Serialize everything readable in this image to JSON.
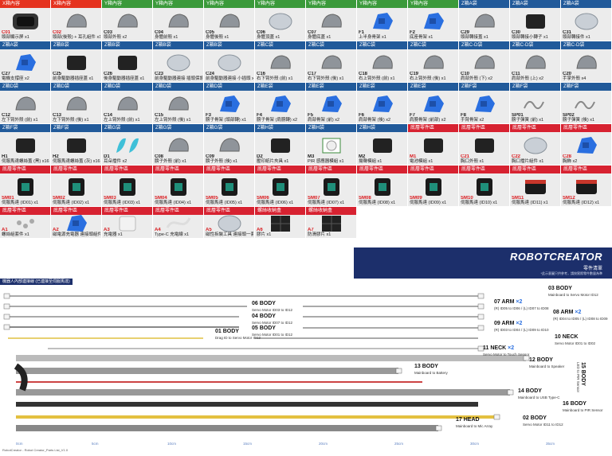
{
  "colors": {
    "x": "#e5321e",
    "y": "#3a9a3a",
    "z": "#215a9a",
    "base": "#d72231",
    "m": "#3a8a3a",
    "navy": "#1c2f6b",
    "blue": "#2a6fe0",
    "gray": "#666666",
    "black": "#222222",
    "red": "#c8362b",
    "yellow": "#e8c63a",
    "sensor": "#7fb0c0"
  },
  "rows": [
    [
      {
        "h": "X箱內容",
        "hc": "x",
        "code": "C01",
        "name": "頭部顯示屏 x1",
        "red": true,
        "s": "screen"
      },
      {
        "h": "X箱內容",
        "hc": "x",
        "code": "C02",
        "name": "頭部(後殼)",
        "name2": "+ 耳孔組件 x1",
        "red": true,
        "s": "gray"
      },
      {
        "h": "Y箱內容",
        "hc": "y",
        "code": "C03",
        "name": "頭部外殼 x2",
        "s": "gray"
      },
      {
        "h": "Y箱內容",
        "hc": "y",
        "code": "C04",
        "name": "身體前殼 x1",
        "s": "gray"
      },
      {
        "h": "Y箱內容",
        "hc": "y",
        "code": "C05",
        "name": "身體後殼 x1",
        "s": "gray"
      },
      {
        "h": "Y箱內容",
        "hc": "y",
        "code": "C06",
        "name": "身體頂蓋 x1",
        "s": "clear"
      },
      {
        "h": "Y箱內容",
        "hc": "y",
        "code": "C07",
        "name": "身體底蓋 x1",
        "s": "gray"
      },
      {
        "h": "Y箱內容",
        "hc": "y",
        "code": "F1",
        "name": "上半身骨架 x1",
        "s": "blue"
      },
      {
        "h": "Y箱內容",
        "hc": "y",
        "code": "F2",
        "name": "底座骨架 x1",
        "s": "blue"
      },
      {
        "h": "Z箱A袋",
        "hc": "z",
        "code": "C29",
        "name": "頭部轉接蓋 x1",
        "s": "gray"
      },
      {
        "h": "Z箱A袋",
        "hc": "z",
        "code": "C30",
        "name": "頭部轉接小轉子 x1",
        "s": "black"
      },
      {
        "h": "Z箱A袋",
        "hc": "z",
        "code": "C31",
        "name": "頭部轉接件 x1",
        "s": "clear"
      }
    ],
    [
      {
        "h": "Z箱A袋",
        "hc": "z",
        "code": "C27",
        "name": "電機支撐座 x2",
        "s": "blue"
      },
      {
        "h": "Z箱B袋",
        "hc": "z",
        "code": "C25",
        "name": "前身驅動器插座蓋 x1",
        "s": "black"
      },
      {
        "h": "Z箱B袋",
        "hc": "z",
        "code": "C26",
        "name": "後身驅動器插座蓋 x1",
        "s": "black"
      },
      {
        "h": "Z箱B袋",
        "hc": "z",
        "code": "C23",
        "name": "前身驅動器連接",
        "name2": "插頭保護 x1",
        "s": "clear"
      },
      {
        "h": "Z箱B袋",
        "hc": "z",
        "code": "C24",
        "name": "前身驅動器連接",
        "name2": "小插頭 x1",
        "s": "clear"
      },
      {
        "h": "Z箱C袋",
        "hc": "z",
        "code": "C16",
        "name": "右下臂外殼 (前) x1",
        "s": "gray"
      },
      {
        "h": "Z箱C袋",
        "hc": "z",
        "code": "C17",
        "name": "右下臂外殼 (後) x1",
        "s": "gray"
      },
      {
        "h": "Z箱C袋",
        "hc": "z",
        "code": "C18",
        "name": "右上臂外殼 (前) x1",
        "s": "gray"
      },
      {
        "h": "Z箱C袋",
        "hc": "z",
        "code": "C19",
        "name": "右上臂外殼 (後) x1",
        "s": "gray"
      },
      {
        "h": "Z箱C-D袋",
        "hc": "z",
        "code": "C10",
        "name": "肩部外殼 (下) x2",
        "s": "gray"
      },
      {
        "h": "Z箱C-D袋",
        "hc": "z",
        "code": "C11",
        "name": "肩部外殼 (上) x2",
        "s": "gray"
      },
      {
        "h": "Z箱C-D袋",
        "hc": "z",
        "code": "C20",
        "name": "手掌外殼 x4",
        "s": "gray"
      }
    ],
    [
      {
        "h": "Z箱D袋",
        "hc": "z",
        "code": "C12",
        "name": "左下臂外殼 (前) x1",
        "s": "gray"
      },
      {
        "h": "Z箱D袋",
        "hc": "z",
        "code": "C13",
        "name": "左下臂外殼 (後) x1",
        "s": "gray"
      },
      {
        "h": "Z箱D袋",
        "hc": "z",
        "code": "C14",
        "name": "左上臂外殼 (前) x1",
        "s": "gray"
      },
      {
        "h": "Z箱D袋",
        "hc": "z",
        "code": "C15",
        "name": "左上臂外殼 (後) x1",
        "s": "gray"
      },
      {
        "h": "Z箱D袋",
        "hc": "z",
        "code": "F3",
        "name": "膀子骨架 (頭部轉) x1",
        "s": "blue"
      },
      {
        "h": "Z箱E袋",
        "hc": "z",
        "code": "F4",
        "name": "膀子骨架 (肩膀轉) x2",
        "s": "blue"
      },
      {
        "h": "Z箱E袋",
        "hc": "z",
        "code": "F5",
        "name": "肩部骨架 (前) x2",
        "s": "blue"
      },
      {
        "h": "Z箱E袋",
        "hc": "z",
        "code": "F6",
        "name": "肩部骨架 (後) x2",
        "s": "blue"
      },
      {
        "h": "Z箱E袋",
        "hc": "z",
        "code": "F7",
        "name": "肩膀骨架 (前部) x2",
        "s": "blue"
      },
      {
        "h": "Z箱F袋",
        "hc": "z",
        "code": "F8",
        "name": "手臂骨架 x2",
        "s": "blue"
      },
      {
        "h": "Z箱F袋",
        "hc": "z",
        "code": "SP01",
        "name": "膀子彈簧 (前) x1",
        "s": "spring"
      },
      {
        "h": "Z箱F袋",
        "hc": "z",
        "code": "SP02",
        "name": "膀子彈簧 (後) x1",
        "s": "spring"
      }
    ],
    [
      {
        "h": "Z箱F袋",
        "hc": "z",
        "code": "H1",
        "name": "伺服馬達螺絲蓋 (黑) x16",
        "s": "black"
      },
      {
        "h": "Z箱F袋",
        "hc": "z",
        "code": "H2",
        "name": "伺服馬達螺絲蓋 (灰) x16",
        "s": "black"
      },
      {
        "h": "Z箱G袋",
        "hc": "z",
        "code": "D1",
        "name": "耳朵擋件 x2",
        "s": "cyan"
      },
      {
        "h": "Z箱G袋",
        "hc": "z",
        "code": "C08",
        "name": "膀子外殼 (前) x1",
        "s": "gray"
      },
      {
        "h": "Z箱G袋",
        "hc": "z",
        "code": "C09",
        "name": "膀子外殼 (後) x1",
        "s": "gray"
      },
      {
        "h": "Z箱H袋",
        "hc": "z",
        "code": "D2",
        "name": "壓印紙片夾具 x1",
        "s": "black"
      },
      {
        "h": "Z箱H袋",
        "hc": "z",
        "code": "M3",
        "name": "PIR 感應器模組 x1",
        "s": "pcb"
      },
      {
        "h": "Z箱H袋",
        "hc": "z",
        "code": "M2",
        "name": "揚聲模組 x1",
        "s": "black"
      },
      {
        "h": "底層零件區",
        "hc": "base",
        "code": "M1",
        "name": "電池模組 x1",
        "red": true,
        "s": "black"
      },
      {
        "h": "底層零件區",
        "hc": "base",
        "code": "C21",
        "name": "胸口外殼 x1",
        "red": true,
        "s": "black"
      },
      {
        "h": "底層零件區",
        "hc": "base",
        "code": "C22",
        "name": "胸口擋片組件 x1",
        "red": true,
        "s": "clear"
      },
      {
        "h": "底層零件區",
        "hc": "base",
        "code": "C28",
        "name": "胸飾 x2",
        "red": true,
        "s": "blue"
      }
    ],
    [
      {
        "h": "底層零件區",
        "hc": "base",
        "code": "SM01",
        "name": "伺服馬達 (ID01) x1",
        "red": true,
        "s": "servo"
      },
      {
        "h": "底層零件區",
        "hc": "base",
        "code": "SM02",
        "name": "伺服馬達 (ID02) x1",
        "red": true,
        "s": "servo"
      },
      {
        "h": "底層零件區",
        "hc": "base",
        "code": "SM03",
        "name": "伺服馬達 (ID03) x1",
        "red": true,
        "s": "servo"
      },
      {
        "h": "底層零件區",
        "hc": "base",
        "code": "SM04",
        "name": "伺服馬達 (ID04) x1",
        "red": true,
        "s": "servo"
      },
      {
        "h": "底層零件區",
        "hc": "base",
        "code": "SM05",
        "name": "伺服馬達 (ID05) x1",
        "red": true,
        "s": "servo"
      },
      {
        "h": "底層零件區",
        "hc": "base",
        "code": "SM06",
        "name": "伺服馬達 (ID06) x1",
        "red": true,
        "s": "servo"
      },
      {
        "h": "底層零件區",
        "hc": "base",
        "code": "SM07",
        "name": "伺服馬達 (ID07) x1",
        "red": true,
        "s": "servo"
      },
      {
        "h": "底層零件區",
        "hc": "base",
        "code": "SM08",
        "name": "伺服馬達 (ID08) x1",
        "red": true,
        "s": "servo"
      },
      {
        "h": "底層零件區",
        "hc": "base",
        "code": "SM09",
        "name": "伺服馬達 (ID09) x1",
        "red": true,
        "s": "servo"
      },
      {
        "h": "底層零件區",
        "hc": "base",
        "code": "SM10",
        "name": "伺服馬達 (ID10) x1",
        "red": true,
        "s": "servo"
      },
      {
        "h": "底層零件區",
        "hc": "base",
        "code": "SM11",
        "name": "伺服馬達 (ID11) x1",
        "red": true,
        "s": "servored"
      },
      {
        "h": "底層零件區",
        "hc": "base",
        "code": "SM12",
        "name": "伺服馬達 (ID12) x1",
        "red": true,
        "s": "servored"
      }
    ],
    [
      {
        "h": "底層零件區",
        "hc": "base",
        "code": "A1",
        "name": "螺絲組套件 x1",
        "red": true,
        "s": "screws"
      },
      {
        "h": "底層零件區",
        "hc": "base",
        "code": "A2",
        "name": "磁電源充電器",
        "name2": "連接頭組件 x1",
        "red": true,
        "s": "blue"
      },
      {
        "h": "底層零件區",
        "hc": "base",
        "code": "A3",
        "name": "充電器 x1",
        "red": true,
        "s": "white"
      },
      {
        "h": "底層零件區",
        "hc": "base",
        "code": "A4",
        "name": "Type-C 充電線 x1",
        "red": true,
        "s": "cable"
      },
      {
        "h": "底層零件區",
        "hc": "base",
        "code": "A5",
        "name": "磁性拆裝工具",
        "name2": "連接頭一套 x1",
        "red": true,
        "s": "clear"
      },
      {
        "h": "螺絲收納盒",
        "hc": "base",
        "code": "A6",
        "name": "膠片 x1",
        "red": true,
        "s": "pads"
      },
      {
        "h": "螺絲收納盒",
        "hc": "base",
        "code": "A7",
        "name": "防滑膠片 x1",
        "red": true,
        "s": "pads"
      }
    ]
  ],
  "brand": {
    "logo": "ROBOTCREATOR",
    "subtitle": "零件清單",
    "note": "*此示意圖只供參考，請按實際零件數量為準"
  },
  "cables": {
    "header": "機器人內部連接線 (已連接至伺服馬達)",
    "footer": "RobotCreator - Robot Creator_Parts List_V1.0",
    "ruler": [
      "0cm",
      "5cm",
      "10cm",
      "15cm",
      "20cm",
      "25cm",
      "30cm",
      "35cm"
    ],
    "items": [
      {
        "id": "03",
        "title": "03 BODY",
        "sub": "Mainboard to Servo Motor ID12"
      },
      {
        "id": "06",
        "title": "06 BODY",
        "sub": "Servo Motor ID03 to ID12"
      },
      {
        "id": "07arm",
        "title": "07 ARM",
        "count": "×2",
        "sub": "(R) ID05 to ID06 / (L) ID07 to ID08"
      },
      {
        "id": "08arm",
        "title": "08 ARM",
        "count": "×2",
        "sub": "(R) ID04 to ID05 / (L) ID08 to ID09"
      },
      {
        "id": "04",
        "title": "04 BODY",
        "sub": "Servo Motor ID07 to ID12"
      },
      {
        "id": "09arm",
        "title": "09 ARM",
        "count": "×2",
        "sub": "(R) ID03 to ID04 / (L) ID09 to ID10"
      },
      {
        "id": "05",
        "title": "05 BODY",
        "sub": "Servo Motor ID01 to ID12"
      },
      {
        "id": "01",
        "title": "01 BODY",
        "sub": "Drag ID to Servo Motor ID12"
      },
      {
        "id": "10neck",
        "title": "10 NECK",
        "sub": "Servo Motor ID01 to ID02"
      },
      {
        "id": "11neck",
        "title": "11 NECK",
        "count": "×2",
        "sub": "Servo Motor to Touch Sensor"
      },
      {
        "id": "12",
        "title": "12 BODY",
        "sub": "Mainboard to Speaker"
      },
      {
        "id": "13",
        "title": "13 BODY",
        "sub": "Mainboard to Battery"
      },
      {
        "id": "15",
        "title": "15 BODY",
        "sub": "LED to PIR Sensor"
      },
      {
        "id": "14",
        "title": "14 BODY",
        "sub": "Mainboard to USB Type-C"
      },
      {
        "id": "16",
        "title": "16 BODY",
        "sub": "Mainboard to PIR Sensor"
      },
      {
        "id": "02",
        "title": "02 BODY",
        "sub": "Servo Motor ID11 to ID12"
      },
      {
        "id": "17",
        "title": "17 HEAD",
        "sub": "Mainboard to Mic Array"
      }
    ]
  }
}
